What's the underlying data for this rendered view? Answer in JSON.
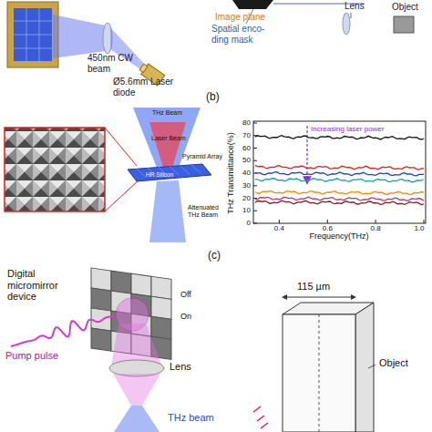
{
  "diagram": {
    "labels": [
      "450nm CW beam",
      "Ø5.6mm Laser diode",
      "Image plane",
      "Spatial enco-ding mask",
      "Lens",
      "Object",
      "(b)",
      "THz Beam",
      "Laser Beam",
      "Pyramid Array",
      "HR Silicon",
      "Attenuated THz Beam",
      "THz Transmittance(%)",
      "Frequency(THz)",
      "Increasing laser power",
      "0",
      "10",
      "20",
      "30",
      "40",
      "50",
      "60",
      "70",
      "80",
      "0.4",
      "0.6",
      "0.8",
      "1.0",
      "(c)",
      "Digital micromirror device",
      "Off",
      "On",
      "Pump pulse",
      "Lens",
      "THz beam",
      "115 µm",
      "Object"
    ]
  }
}
